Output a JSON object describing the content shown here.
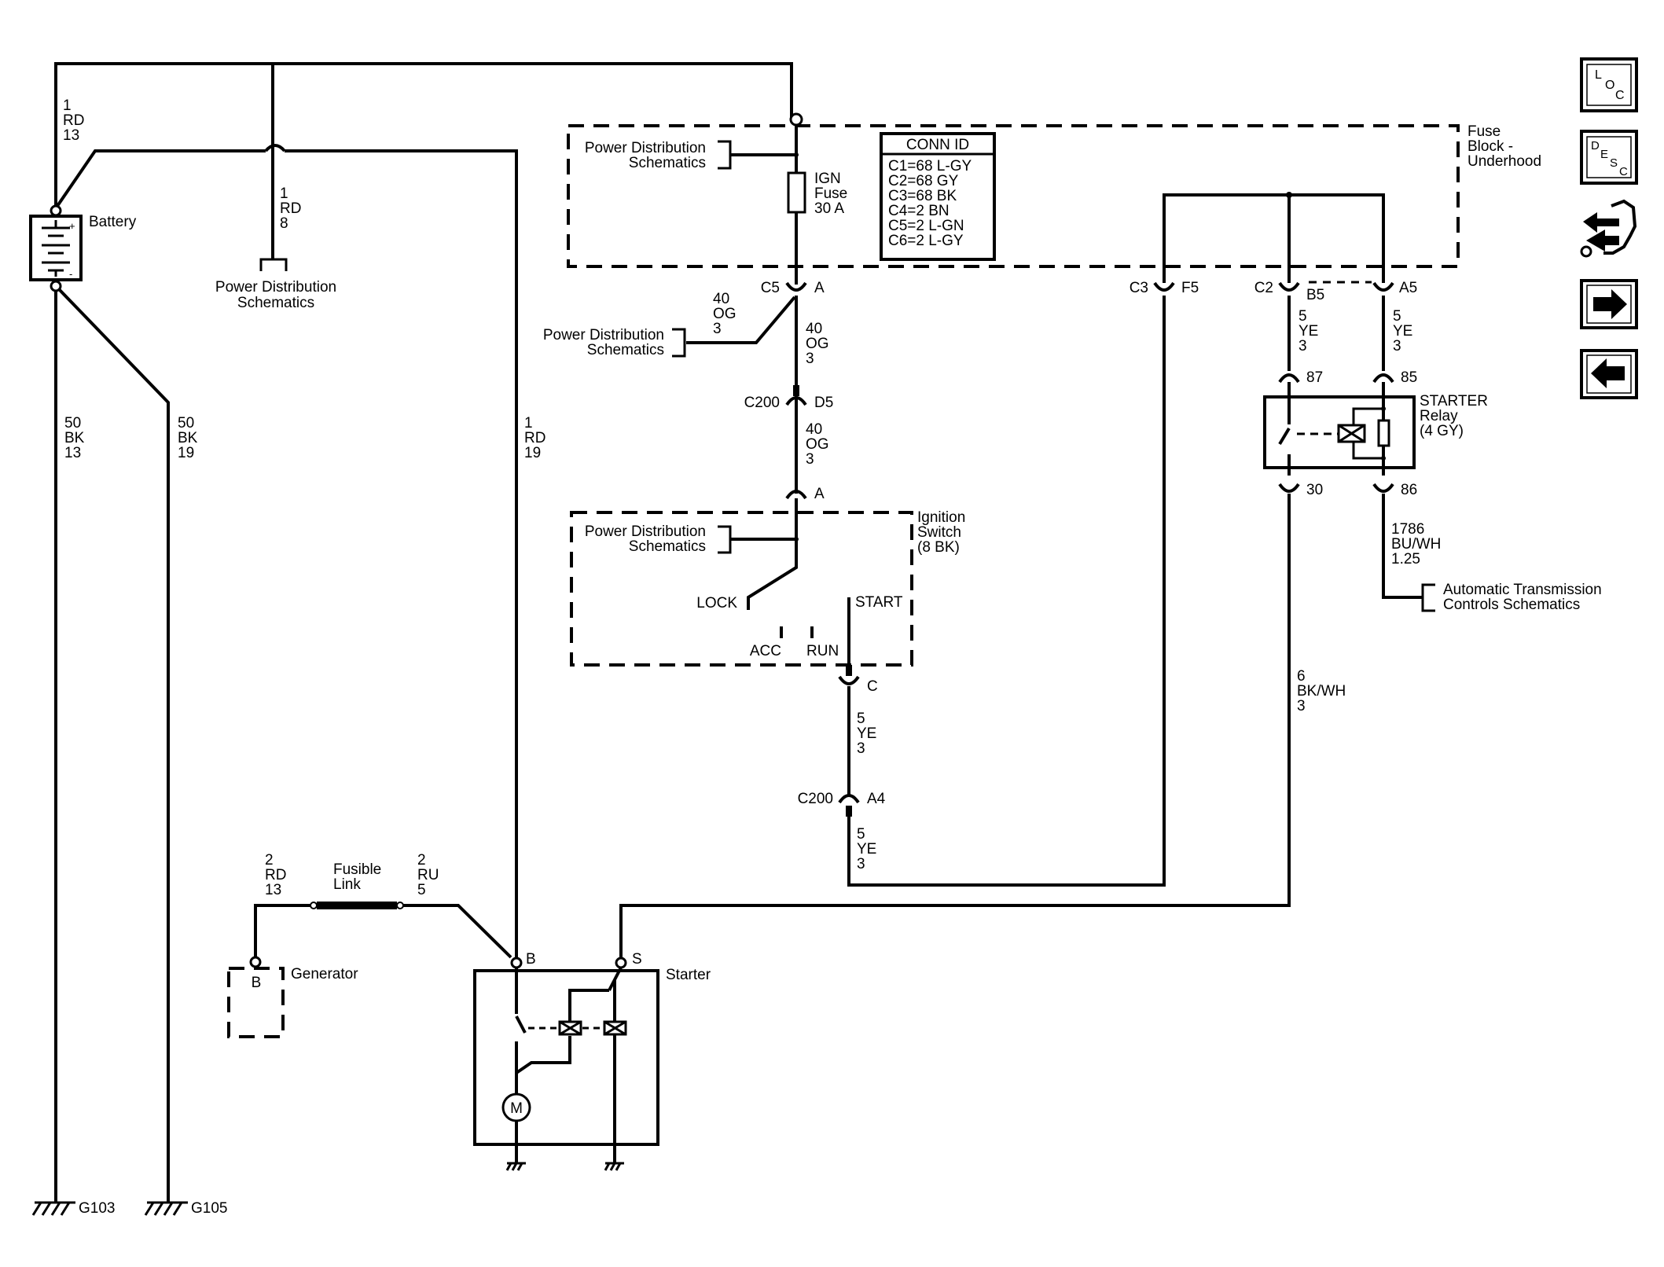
{
  "battery": {
    "label": "Battery",
    "plus": "+",
    "minus": "-",
    "wire_top_left": [
      "1",
      "RD",
      "13"
    ],
    "wire_bottom_left": [
      "50",
      "BK",
      "13"
    ],
    "wire_bottom_right": [
      "50",
      "BK",
      "19"
    ]
  },
  "grounds": {
    "g103": "G103",
    "g105": "G105"
  },
  "pds_left": {
    "wire": [
      "1",
      "RD",
      "8"
    ],
    "line1": "Power Distribution",
    "line2": "Schematics"
  },
  "starter_feed_wire": [
    "1",
    "RD",
    "19"
  ],
  "fuse_block": {
    "title": [
      "Fuse",
      "Block -",
      "Underhood"
    ],
    "pds_line1": "Power Distribution",
    "pds_line2": "Schematics",
    "fuse_lines": [
      "IGN",
      "Fuse",
      "30 A"
    ],
    "conn_id_title": "CONN ID",
    "conn_ids": [
      "C1=68 L-GY",
      "C2=68 GY",
      "C3=68 BK",
      "C4=2 BN",
      "C5=2 L-GN",
      "C6=2 L-GY"
    ]
  },
  "connectors": {
    "c5": "C5",
    "c5_pin": "A",
    "c200": "C200",
    "c200_pin_d5": "D5",
    "ign_a": "A",
    "ign_c": "C",
    "c200b": "C200",
    "c200_pin_a4": "A4",
    "c3": "C3",
    "c3_pin": "F5",
    "c2": "C2",
    "c2_pin": "B5",
    "a5": "A5"
  },
  "wires": {
    "og_branch": [
      "40",
      "OG",
      "3"
    ],
    "og_1": [
      "40",
      "OG",
      "3"
    ],
    "og_2": [
      "40",
      "OG",
      "3"
    ],
    "ye_ign": [
      "5",
      "YE",
      "3"
    ],
    "ye_c200": [
      "5",
      "YE",
      "3"
    ],
    "ye_b5": [
      "5",
      "YE",
      "3"
    ],
    "ye_a5": [
      "5",
      "YE",
      "3"
    ],
    "bkwh": [
      "6",
      "BK/WH",
      "3"
    ],
    "buwh": [
      "1786",
      "BU/WH",
      "1.25"
    ],
    "gen_left": [
      "2",
      "RD",
      "13"
    ],
    "gen_right": [
      "2",
      "RU",
      "5"
    ]
  },
  "pds_mid": {
    "line1": "Power Distribution",
    "line2": "Schematics"
  },
  "ignition_switch": {
    "title": [
      "Ignition",
      "Switch",
      "(8 BK)"
    ],
    "pds_line1": "Power Distribution",
    "pds_line2": "Schematics",
    "lock": "LOCK",
    "acc": "ACC",
    "run": "RUN",
    "start": "START"
  },
  "relay": {
    "title": [
      "STARTER",
      "Relay",
      "(4 GY)"
    ],
    "pins": {
      "p87": "87",
      "p85": "85",
      "p30": "30",
      "p86": "86"
    }
  },
  "atc": {
    "line1": "Automatic Transmission",
    "line2": "Controls Schematics"
  },
  "generator": {
    "label": "Generator",
    "terminal": "B",
    "fusible": [
      "Fusible",
      "Link"
    ]
  },
  "starter": {
    "label": "Starter",
    "term_b": "B",
    "term_s": "S",
    "motor": "M"
  },
  "nav": {
    "loc": {
      "big": "L",
      "mid": "O",
      "small": "C"
    },
    "desc": {
      "big": "D",
      "mid": "E",
      "small": "S",
      "last": "C"
    }
  }
}
